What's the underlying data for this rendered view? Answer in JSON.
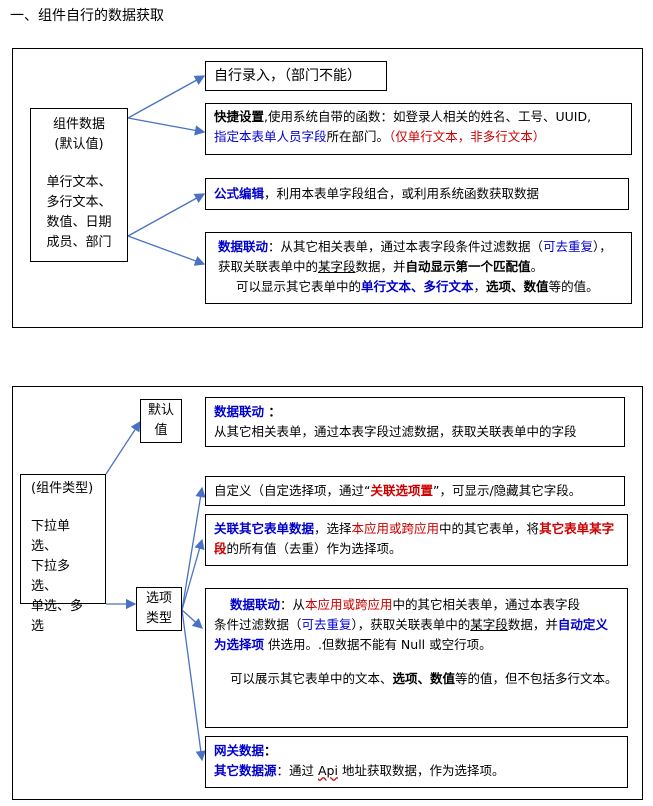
{
  "heading": "一、组件自行的数据获取",
  "sec1": {
    "left": {
      "line1": "组件数据",
      "line2": "(默认值)",
      "types": [
        "单行文本、",
        "多行文本、",
        "数值、日期",
        "成员、部门"
      ]
    },
    "manual": "自行录入，（部门不能）",
    "quick": {
      "title": "快捷设置",
      "text1": ",使用系统自带的函数：如登录人相关的姓名、工号、UUID,",
      "link": "指定本表单人员字段",
      "text2": "所在部门。",
      "note": "（仅单行文本，非多行文本）"
    },
    "formula": {
      "title": "公式编辑",
      "text": "，利用本表单字段组合，或利用系统函数获取数据"
    },
    "linkage": {
      "title": "数据联动",
      "t1": "：从其它相关表单，通过本表字段条件过滤数据（",
      "dup": "可去重复",
      "t2": "），获取关联表单中的",
      "field": "某字段",
      "t3": "数据，并",
      "auto": "自动显示第一个匹配值",
      "t4": "。",
      "t5": "可以显示其它表单中的",
      "types": "单行文本、多行文本",
      "sep": "，",
      "types2": "选项、数值",
      "t6": "等的值。"
    }
  },
  "sec2": {
    "left": {
      "line1": "(组件类型)",
      "types": [
        "下拉单选、",
        "下拉多选、",
        "单选、多选"
      ]
    },
    "default_label": [
      "默认",
      "值"
    ],
    "options_label": [
      "选项",
      "类型"
    ],
    "default_box": {
      "title": "数据联动",
      "colon": " ：",
      "text": "从其它相关表单，通过本表字段过滤数据，获取关联表单中的字段"
    },
    "custom": {
      "t1": "自定义（自定选择项，通过“",
      "link": "关联选项置",
      "t2": "”，可显示/隐藏其它字段。"
    },
    "assoc": {
      "title": "关联其它表单数据",
      "t1": "，选择",
      "app": "本应用或跨应用",
      "t2": "中的其它表单，将",
      "field": "其它表单某字段",
      "t3": "的所有值（去重）作为选择项。"
    },
    "linkage": {
      "title": "数据联动",
      "t1": "：从",
      "app": "本应用或跨应用",
      "t2": "中的其它相关表单，通过本表字段",
      "t3": "条件过滤数据（",
      "dup": "可去重复",
      "t4": "），获取关联表单中的",
      "field": "某字段",
      "t5": "数据，并",
      "auto": "自动定义为选择项",
      "t6": " 供选用。.但数据不能有 Null 或空行项。",
      "t7": "可以展示其它表单中的文本、",
      "types": "选项、数值",
      "t8": "等的值，但不包括多行文本。"
    },
    "gateway": {
      "title": "网关数据",
      "colon": "：",
      "src": "其它数据源",
      "t1": "：通过 ",
      "api": "Api",
      "t2": " 地址获取数据，作为选择项。"
    }
  },
  "colors": {
    "blue": "#0000cc",
    "red": "#cc0000",
    "arrow": "#4a72c4"
  }
}
